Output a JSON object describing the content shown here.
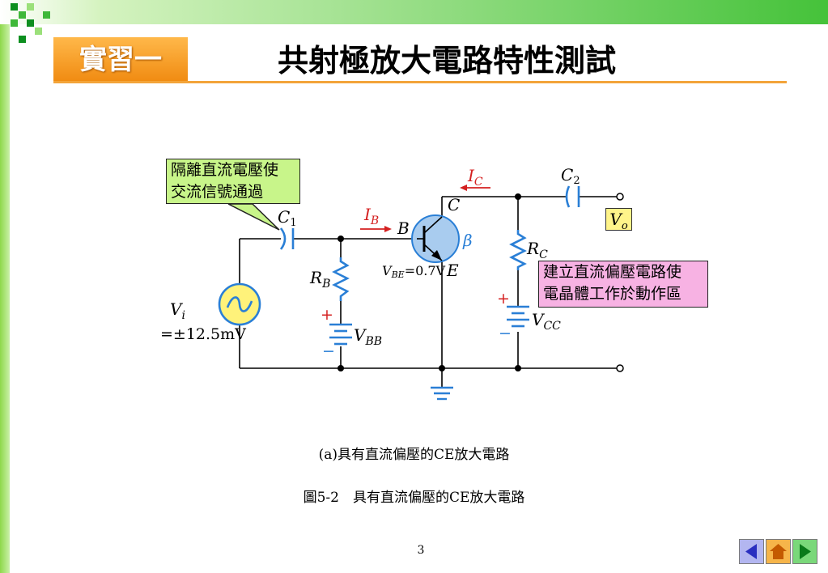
{
  "header": {
    "tag": "實習一",
    "title": "共射極放大電路特性測試"
  },
  "annotations": {
    "coupling_note_line1": "隔離直流電壓使",
    "coupling_note_line2": "交流信號通過",
    "bias_note_line1": "建立直流偏壓電路使",
    "bias_note_line2": "電晶體工作於動作區"
  },
  "circuit": {
    "c1_label": "C",
    "c1_sub": "1",
    "c2_label": "C",
    "c2_sub": "2",
    "ib_label": "I",
    "ib_sub": "B",
    "ic_label": "I",
    "ic_sub": "C",
    "base_label": "B",
    "collector_label": "C",
    "emitter_label": "E",
    "beta_label": "β",
    "vbe_prefix": "V",
    "vbe_sub": "BE",
    "vbe_value": "=0.7V",
    "rb_label": "R",
    "rb_sub": "B",
    "rc_label": "R",
    "rc_sub": "C",
    "vbb_label": "V",
    "vbb_sub": "BB",
    "vcc_label": "V",
    "vcc_sub": "CC",
    "vi_label": "V",
    "vi_sub": "i",
    "vi_value": "=±12.5mV",
    "vo_label": "V",
    "vo_sub": "o",
    "plus_sign": "+",
    "minus_sign": "−"
  },
  "captions": {
    "sub": "(a)具有直流偏壓的CE放大電路",
    "figure": "圖5-2　具有直流偏壓的CE放大電路"
  },
  "footer": {
    "page_number": "3"
  },
  "colors": {
    "wire": "#000000",
    "component_blue": "#2a7fd6",
    "current_arrow": "#d42020",
    "source_fill": "#fff27a",
    "transistor_fill": "#a9ccef",
    "tag_orange": "#f39a1e",
    "green_accent": "#45c23a"
  },
  "nav": {
    "prev_icon": "left-triangle-icon",
    "home_icon": "home-icon",
    "next_icon": "right-triangle-icon"
  }
}
